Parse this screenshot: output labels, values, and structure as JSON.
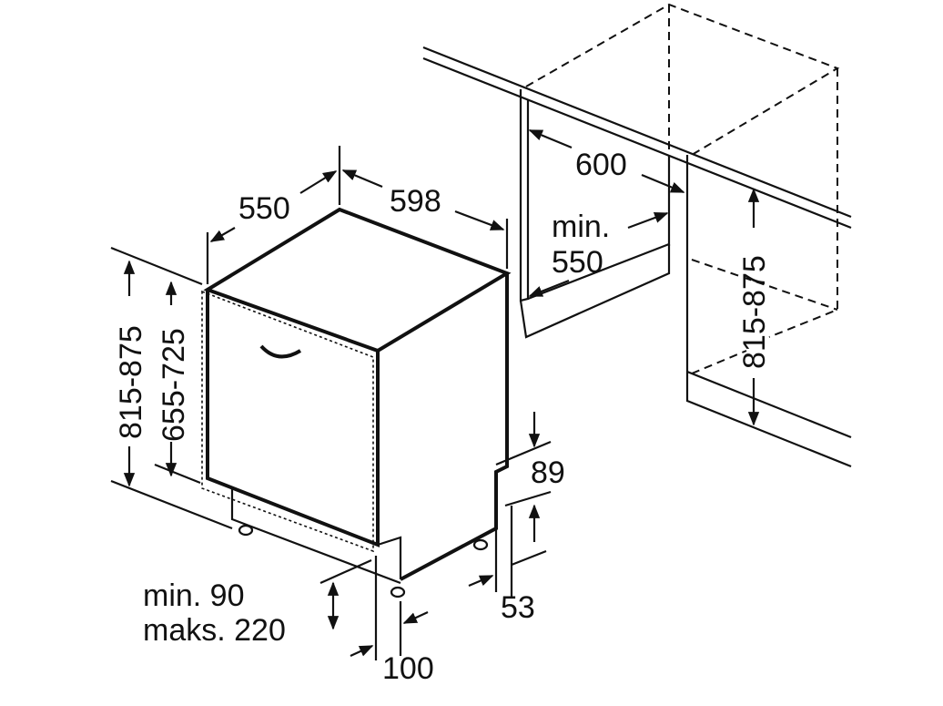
{
  "dimensions": {
    "appliance_depth": "550",
    "appliance_width": "598",
    "niche_width": "600",
    "niche_depth_label": "min.",
    "niche_depth_value": "550",
    "niche_height": "815-875",
    "total_height": "815-875",
    "door_height": "655-725",
    "plinth_recess": "89",
    "plinth_gap": "53",
    "plinth_height_min": "min. 90",
    "plinth_height_max": "maks. 220",
    "plinth_depth": "100"
  }
}
